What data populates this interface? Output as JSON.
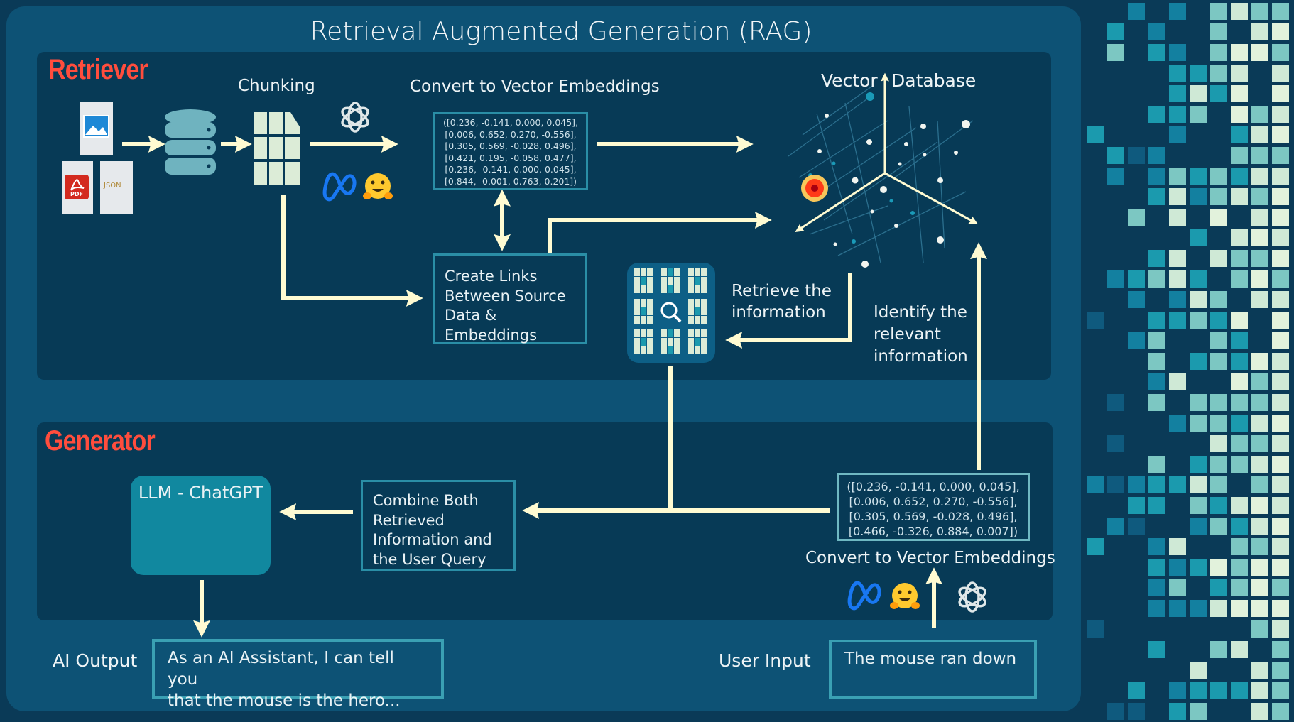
{
  "title": "Retrieval Augmented Generation (RAG)",
  "retriever": {
    "heading": "Retriever",
    "chunking_label": "Chunking",
    "convert_label": "Convert to Vector Embeddings",
    "embeddings": [
      "([0.236, -0.141, 0.000, 0.045],",
      "[0.006, 0.652, 0.270, -0.556],",
      "[0.305, 0.569, -0.028, 0.496],",
      "[0.421, 0.195, -0.058, 0.477],",
      "[0.236, -0.141, 0.000, 0.045],",
      "[0.844, -0.001, 0.763, 0.201])"
    ],
    "create_links": [
      "Create Links",
      "Between Source",
      "Data & Embeddings"
    ],
    "vector_label": "Vector",
    "database_label": "Database",
    "retrieve": [
      "Retrieve the",
      "information"
    ],
    "identify": [
      "Identify the",
      "relevant",
      "information"
    ],
    "json_label": "JSON",
    "pdf_label": "PDF"
  },
  "generator": {
    "heading": "Generator",
    "llm_label": "LLM - ChatGPT",
    "combine": [
      "Combine Both",
      "Retrieved",
      "Information and",
      "the User Query"
    ],
    "embeddings": [
      "([0.236, -0.141, 0.000, 0.045],",
      "[0.006, 0.652, 0.270, -0.556],",
      "[0.305, 0.569, -0.028, 0.496],",
      "[0.466, -0.326, 0.884, 0.007])"
    ],
    "convert_label": "Convert to Vector Embeddings"
  },
  "output": {
    "label": "AI Output",
    "text": [
      "As an AI Assistant, I can tell you",
      "that the mouse is the hero..."
    ]
  },
  "input": {
    "label": "User Input",
    "text": "The mouse ran down"
  },
  "colors": {
    "arrow": "#fffbd2",
    "heading": "#ff4d3d",
    "llm_box": "#11889f",
    "panel": "#073a56",
    "outer": "#0d5275"
  }
}
